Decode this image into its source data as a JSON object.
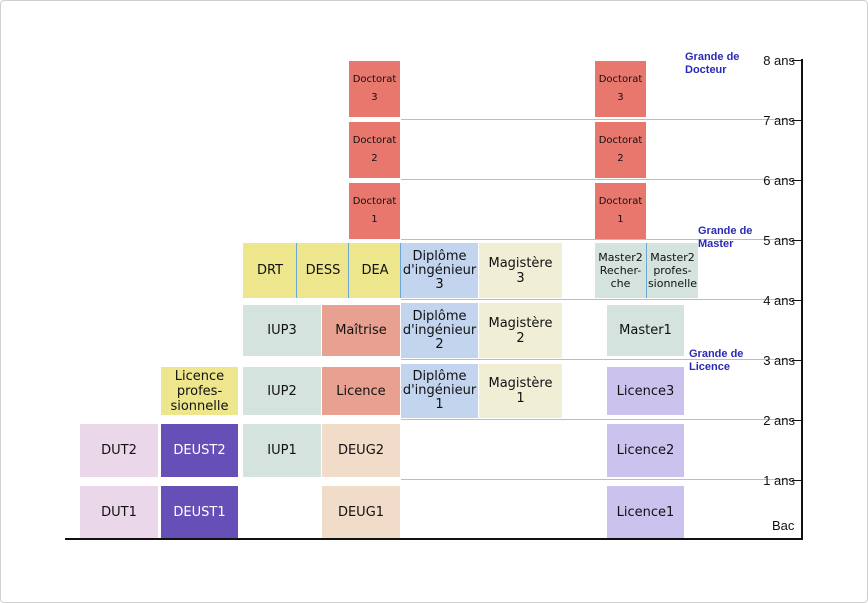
{
  "axis": {
    "ticks": [
      "8 ans",
      "7 ans",
      "6 ans",
      "5 ans",
      "4 ans",
      "3 ans",
      "2 ans",
      "1 ans"
    ],
    "base_label": "Bac"
  },
  "notes": {
    "docteur": "Grande de\nDocteur",
    "master": "Grande de\nMaster",
    "licence": "Grande de\nLicence"
  },
  "blocks": {
    "doctorat3_left": "Doctorat\n3",
    "doctorat2_left": "Doctorat\n2",
    "doctorat1_left": "Doctorat\n1",
    "doctorat3_right": "Doctorat\n3",
    "doctorat2_right": "Doctorat\n2",
    "doctorat1_right": "Doctorat\n1",
    "drt": "DRT",
    "dess": "DESS",
    "dea": "DEA",
    "ingenieur3": "Diplôme\nd'ingénieur\n3",
    "magistere3": "Magistère\n3",
    "master2_recherche": "Master2\nRecher-\nche",
    "master2_pro": "Master2\nprofes-\nsionnelle",
    "iup3": "IUP3",
    "maitrise": "Maîtrise",
    "ingenieur2": "Diplôme\nd'ingénieur\n2",
    "magistere2": "Magistère\n2",
    "master1": "Master1",
    "licence_pro": "Licence\nprofes-\nsionnelle",
    "iup2": "IUP2",
    "licence": "Licence",
    "ingenieur1": "Diplôme\nd'ingénieur\n1",
    "magistere1": "Magistère\n1",
    "licence3": "Licence3",
    "dut2": "DUT2",
    "deust2": "DEUST2",
    "iup1": "IUP1",
    "deug2": "DEUG2",
    "licence2": "Licence2",
    "dut1": "DUT1",
    "deust1": "DEUST1",
    "deug1": "DEUG1",
    "licence1": "Licence1"
  },
  "colors": {
    "doctorat": "#e8786e",
    "deust": "#6650b8",
    "licence_track": "#cbc2ee",
    "ingenieur": "#c3d5ee",
    "note_text": "#2a2ab5"
  }
}
